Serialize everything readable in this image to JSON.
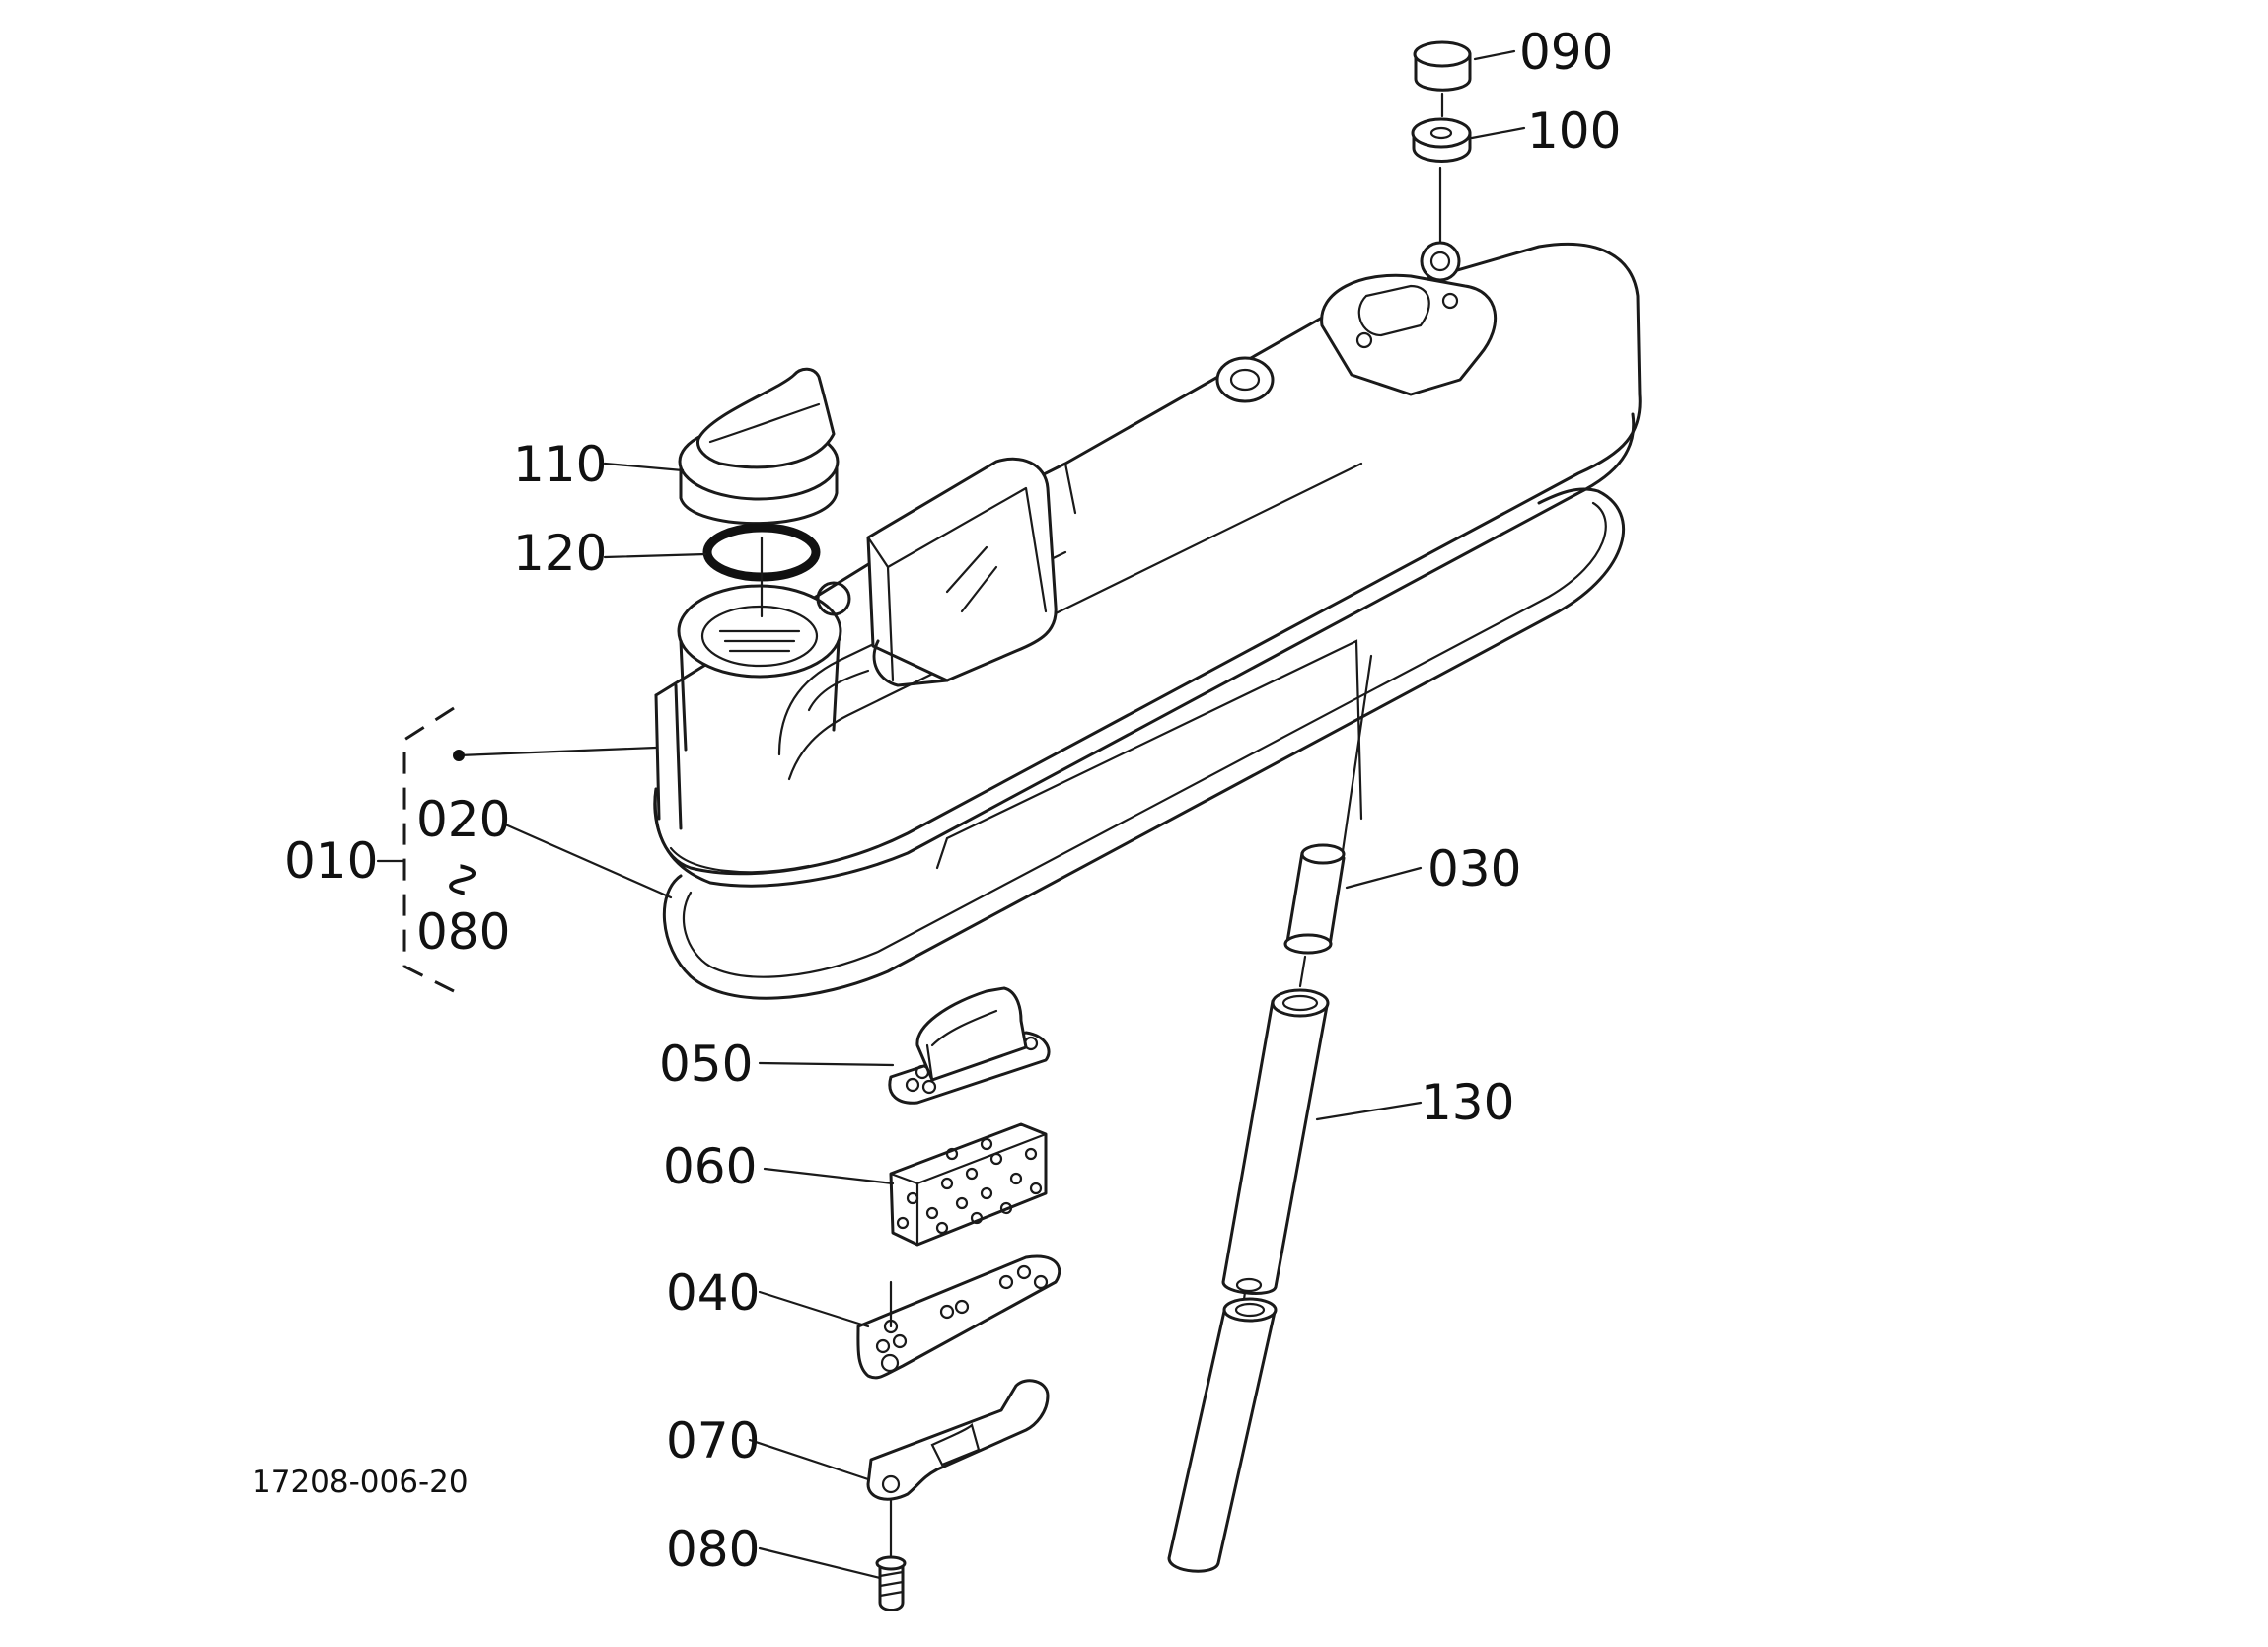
{
  "drawing_number": "17208-006-20",
  "callouts": {
    "p090": "090",
    "p100": "100",
    "p110": "110",
    "p120": "120",
    "p010": "010",
    "p020": "020",
    "range_mark": "∿",
    "p080_range": "080",
    "p030": "030",
    "p050": "050",
    "p060": "060",
    "p130": "130",
    "p040": "040",
    "p070": "070",
    "p080": "080"
  }
}
